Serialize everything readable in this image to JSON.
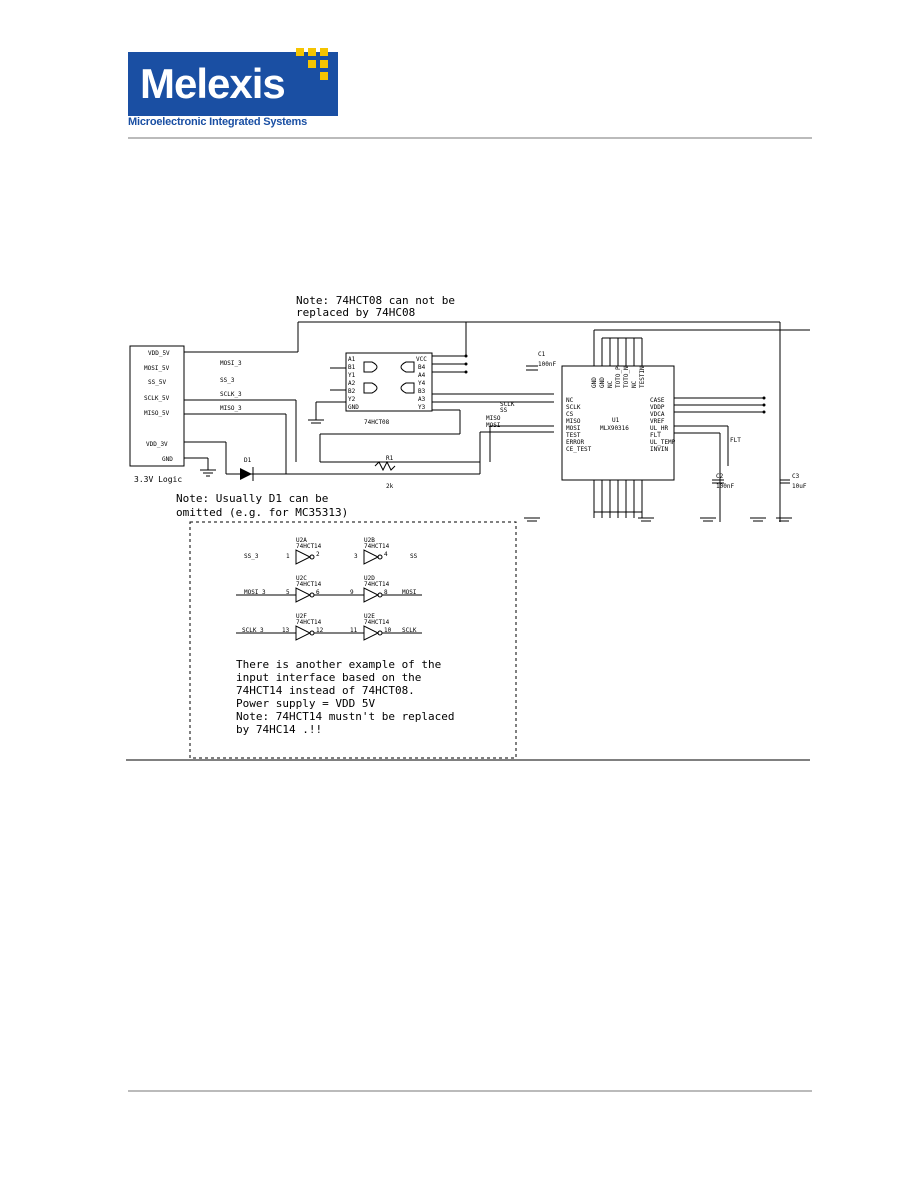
{
  "header": {
    "logo_text": "Melexis",
    "logo_tagline": "Microelectronic Integrated Systems",
    "brand_color": "#1a4fa3",
    "accent_color": "#f5c400"
  },
  "schematic": {
    "note_top_1": "Note: 74HCT08 can not be",
    "note_top_2": "replaced by 74HC08",
    "note_d1_1": "Note: Usually D1 can be",
    "note_d1_2": "omitted (e.g. for MC35313)",
    "connector": {
      "pins": [
        "VDD_5V",
        "MOSI_5V",
        "SS_5V",
        "SCLK_5V",
        "MISO_5V",
        "VDD_3V",
        "GND"
      ],
      "label": "3.3V Logic"
    },
    "nets": [
      "MOSI_3",
      "SS_3",
      "SCLK_3",
      "MISO_3"
    ],
    "u2": {
      "name": "74HCT08",
      "left_pins": [
        "A1",
        "B1",
        "Y1",
        "A2",
        "B2",
        "Y2",
        "GND"
      ],
      "right_pins": [
        "VCC",
        "B4",
        "A4",
        "Y4",
        "B3",
        "A3",
        "Y3"
      ]
    },
    "c1": {
      "name": "C1",
      "value": "100nF"
    },
    "c2": {
      "name": "C2",
      "value": "100nF"
    },
    "c3": {
      "name": "C3",
      "value": "10uF"
    },
    "r1": {
      "name": "R1",
      "value": "2k"
    },
    "d1": {
      "name": "D1"
    },
    "u1": {
      "name": "U1",
      "part": "MLX90316",
      "left_pins": [
        "NC",
        "SCLK",
        "CS",
        "MISO",
        "MOSI",
        "TEST",
        "ERROR",
        "CE_TEST"
      ],
      "right_pins": [
        "CASE",
        "VDDP",
        "VDCA",
        "VREF",
        "UL_HR",
        "FLT",
        "UL_TEMP",
        "INVIN"
      ],
      "left_nets": [
        "SCLK",
        "SS",
        "MISO",
        "MOSI"
      ],
      "top_pins": [
        "GND",
        "GND",
        "NC",
        "TOTO_P",
        "TOTO_N",
        "NC",
        "TESTIN"
      ],
      "flt_label": "FLT"
    },
    "inverters": [
      {
        "name": "U2A",
        "part": "74HCT14",
        "in_pin": "1",
        "out_pin": "2",
        "net_in": "SS_3"
      },
      {
        "name": "U2B",
        "part": "74HCT14",
        "in_pin": "3",
        "out_pin": "4",
        "net_out": "SS"
      },
      {
        "name": "U2C",
        "part": "74HCT14",
        "in_pin": "5",
        "out_pin": "6",
        "net_in": "MOSI_3"
      },
      {
        "name": "U2D",
        "part": "74HCT14",
        "in_pin": "9",
        "out_pin": "8",
        "net_out": "MOSI"
      },
      {
        "name": "U2F",
        "part": "74HCT14",
        "in_pin": "13",
        "out_pin": "12",
        "net_in": "SCLK_3"
      },
      {
        "name": "U2E",
        "part": "74HCT14",
        "in_pin": "11",
        "out_pin": "10",
        "net_out": "SCLK"
      }
    ],
    "inset_note": [
      "There is another example of the",
      "input interface based on the",
      "74HCT14 instead of 74HCT08.",
      "Power supply = VDD 5V",
      "Note: 74HCT14 mustn't be replaced",
      "by 74HC14 .!!"
    ]
  }
}
